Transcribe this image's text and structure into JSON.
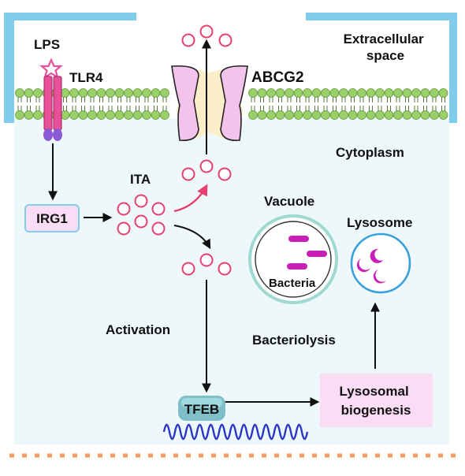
{
  "labels": {
    "lps": "LPS",
    "tlr4": "TLR4",
    "abcg2": "ABCG2",
    "extracellular": [
      "Extracellular",
      "space"
    ],
    "cytoplasm": "Cytoplasm",
    "ita": "ITA",
    "irg1": "IRG1",
    "vacuole": "Vacuole",
    "bacteria": "Bacteria",
    "lysosome": "Lysosome",
    "activation": "Activation",
    "bacteriolysis": "Bacteriolysis",
    "tfeb": "TFEB",
    "lysosomal_biogenesis": [
      "Lysosomal",
      "biogenesis"
    ]
  },
  "colors": {
    "cytoplasm_bg": "#eef8fb",
    "membrane_frame": "#7fcdea",
    "lipid_head": "#9bcf6a",
    "tlr4_pink": "#e8509a",
    "tlr4_purple": "#8a5ad6",
    "itaconate_ring": "#e8406f",
    "channel_pink": "#f4c3ec",
    "channel_core": "#fbeec8",
    "irg1_fill": "#f8ddf5",
    "irg1_border": "#7fd0e8",
    "vacuole_ring": "#9fd9d0",
    "bacteria": "#c81fb6",
    "lysosome_ring": "#3aa0dc",
    "tfeb_fill": "#7fc0c8",
    "biogenesis_fill": "#fadcf5",
    "dna": "#2b36c8",
    "dashed_line": "#f0a060",
    "red_arrow": "#e8406f"
  }
}
